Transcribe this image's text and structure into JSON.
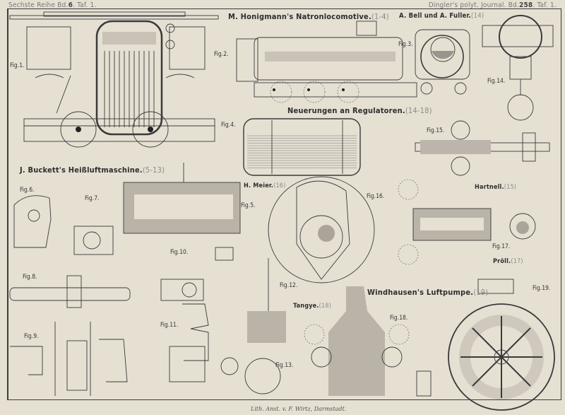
{
  "header": {
    "left_series": "Sechste Reihe Bd.",
    "left_volume": "6",
    "left_plate": ". Taf. 1.",
    "right_journal": "Dingler's polyt. Journal. Bd.",
    "right_volume": "258",
    "right_plate": ". Taf. 1."
  },
  "sections": [
    {
      "title": "M. Honigmann's Natronlocomotive.",
      "range": "(1-4)"
    },
    {
      "title": "A. Bell und A. Fuller.",
      "range": "(14)"
    },
    {
      "title": "Neuerungen an Regulatoren.",
      "range": "(14-18)"
    },
    {
      "title": "J. Buckett's Heißluftmaschine.",
      "range": "(5-13)"
    },
    {
      "title": "H. Meier.",
      "range": "(16)"
    },
    {
      "title": "Hartnell.",
      "range": "(15)"
    },
    {
      "title": "Pröll.",
      "range": "(17)"
    },
    {
      "title": "Tangye.",
      "range": "(18)"
    },
    {
      "title": "Windhausen's Luftpumpe.",
      "range": "(19)"
    }
  ],
  "figures": [
    "Fig.1.",
    "Fig.2.",
    "Fig.3.",
    "Fig.4.",
    "Fig.5.",
    "Fig.6.",
    "Fig.7.",
    "Fig.8.",
    "Fig.9.",
    "Fig.10.",
    "Fig.11.",
    "Fig.12.",
    "Fig.13.",
    "Fig.14.",
    "Fig.15.",
    "Fig.16.",
    "Fig.17.",
    "Fig.18.",
    "Fig.19."
  ],
  "imprint": "Lith. Anst. v. F. Wirtz, Darmstadt."
}
